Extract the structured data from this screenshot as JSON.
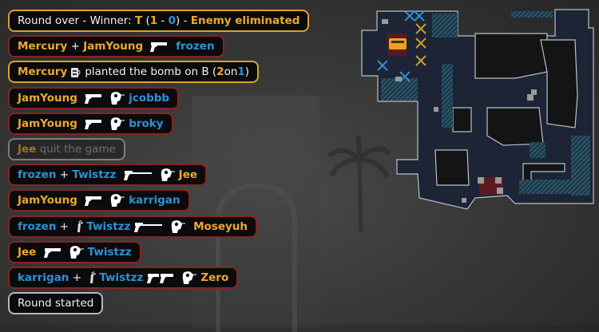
{
  "colors": {
    "t": "#eaa830",
    "ct": "#3090d2",
    "kill_border": "#8a2222",
    "event_border": "#d9a424",
    "neutral_border": "#b8b8b8"
  },
  "feed": [
    {
      "kind": "round-over",
      "border": "gold",
      "parts": [
        {
          "text": "Round over - Winner: ",
          "c": "w"
        },
        {
          "text": "T",
          "c": "t"
        },
        {
          "text": " (",
          "c": "w"
        },
        {
          "text": "1",
          "c": "t"
        },
        {
          "text": " - ",
          "c": "w"
        },
        {
          "text": "0",
          "c": "ct"
        },
        {
          "text": ") - ",
          "c": "w"
        },
        {
          "text": "Enemy eliminated",
          "c": "t"
        }
      ]
    },
    {
      "kind": "kill",
      "border": "red",
      "parts": [
        {
          "text": "Mercury",
          "c": "t"
        },
        {
          "text": " + ",
          "c": "w"
        },
        {
          "text": "JamYoung",
          "c": "t"
        },
        {
          "text": " ",
          "c": "w"
        },
        {
          "icon": "pistol-icon"
        },
        {
          "text": " frozen",
          "c": "ct"
        }
      ]
    },
    {
      "kind": "bomb-plant",
      "border": "gold",
      "parts": [
        {
          "text": "Mercury",
          "c": "t"
        },
        {
          "icon": "bomb-icon"
        },
        {
          "text": "planted the bomb on B (",
          "c": "w"
        },
        {
          "text": "2",
          "c": "t"
        },
        {
          "text": "on",
          "c": "w"
        },
        {
          "text": "1",
          "c": "ct"
        },
        {
          "text": ")",
          "c": "w"
        }
      ]
    },
    {
      "kind": "kill",
      "border": "red",
      "parts": [
        {
          "text": "JamYoung",
          "c": "t"
        },
        {
          "text": " ",
          "c": "w"
        },
        {
          "icon": "pistol-icon"
        },
        {
          "icon": "headshot-icon"
        },
        {
          "text": "jcobbb",
          "c": "ct"
        }
      ]
    },
    {
      "kind": "kill",
      "border": "red",
      "parts": [
        {
          "text": "JamYoung",
          "c": "t"
        },
        {
          "text": " ",
          "c": "w"
        },
        {
          "icon": "pistol-icon"
        },
        {
          "icon": "headshot-icon"
        },
        {
          "text": "broky",
          "c": "ct"
        }
      ]
    },
    {
      "kind": "disconnect",
      "border": "gray",
      "faded": true,
      "parts": [
        {
          "text": "Jee",
          "c": "t"
        },
        {
          "text": " quit the game",
          "c": "g"
        }
      ]
    },
    {
      "kind": "kill",
      "border": "red",
      "parts": [
        {
          "text": "frozen",
          "c": "ct"
        },
        {
          "text": " + ",
          "c": "w"
        },
        {
          "text": "Twistzz",
          "c": "ct"
        },
        {
          "text": " ",
          "c": "w"
        },
        {
          "icon": "rifle-icon"
        },
        {
          "icon": "headshot-icon"
        },
        {
          "text": "Jee",
          "c": "t"
        }
      ]
    },
    {
      "kind": "kill",
      "border": "red",
      "parts": [
        {
          "text": "JamYoung",
          "c": "t"
        },
        {
          "text": " ",
          "c": "w"
        },
        {
          "icon": "pistol-icon"
        },
        {
          "icon": "headshot-icon"
        },
        {
          "text": "karrigan",
          "c": "ct"
        }
      ]
    },
    {
      "kind": "kill",
      "border": "red",
      "parts": [
        {
          "text": "frozen",
          "c": "ct"
        },
        {
          "text": " + ",
          "c": "w"
        },
        {
          "icon": "flash-assist-icon"
        },
        {
          "text": "Twistzz",
          "c": "ct"
        },
        {
          "icon": "rifle-icon"
        },
        {
          "icon": "headshot-icon"
        },
        {
          "text": " Moseyuh",
          "c": "t"
        }
      ]
    },
    {
      "kind": "kill",
      "border": "red",
      "parts": [
        {
          "text": "Jee",
          "c": "t"
        },
        {
          "text": " ",
          "c": "w"
        },
        {
          "icon": "pistol-icon"
        },
        {
          "icon": "headshot-icon"
        },
        {
          "text": "Twistzz",
          "c": "ct"
        }
      ]
    },
    {
      "kind": "kill",
      "border": "red",
      "parts": [
        {
          "text": "karrigan",
          "c": "ct"
        },
        {
          "text": " + ",
          "c": "w"
        },
        {
          "icon": "flash-assist-icon"
        },
        {
          "text": "Twistzz",
          "c": "ct"
        },
        {
          "icon": "dual-pistols-icon"
        },
        {
          "icon": "headshot-icon"
        },
        {
          "text": "Zero",
          "c": "t"
        }
      ]
    },
    {
      "kind": "round-start",
      "border": "gray",
      "parts": [
        {
          "text": "Round started",
          "c": "w"
        }
      ]
    }
  ]
}
